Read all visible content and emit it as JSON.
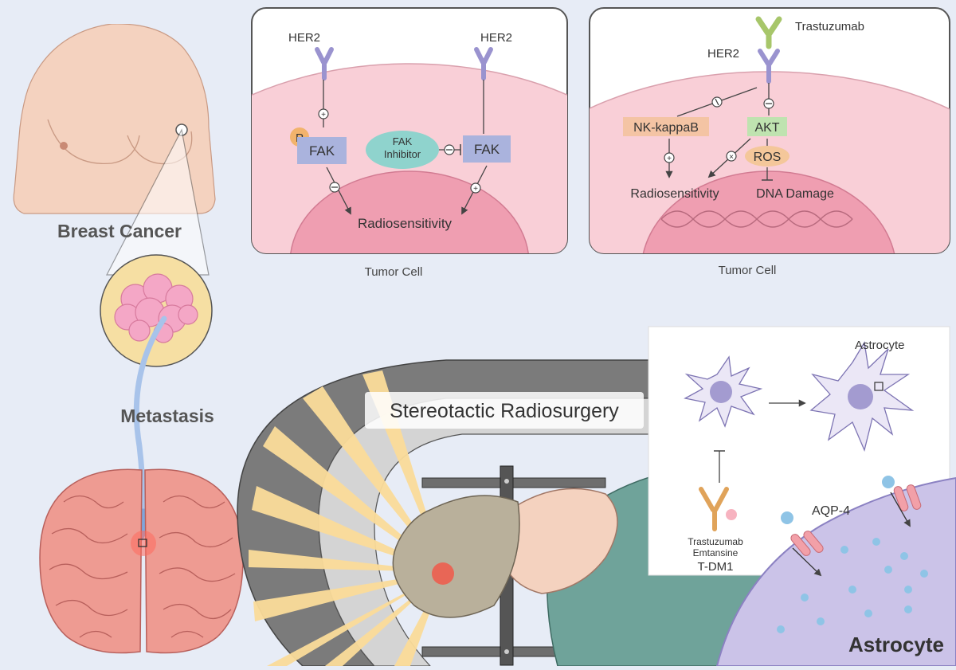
{
  "colors": {
    "background": "#e7ecf6",
    "panel_border": "#555555",
    "cell_outer": "#f9cfd7",
    "nucleus": "#ef9eb1",
    "her2_receptor": "#9a93cf",
    "fak_box": "#aab3dd",
    "fak_inhibitor": "#8fd3cd",
    "phospho": "#f2b36c",
    "nfkb_box": "#f4c4a4",
    "akt_box": "#bfe3b0",
    "ros": "#f4c79a",
    "trastuzumab": "#a7c66a",
    "skin": "#f4d2bf",
    "brain": "#ee9b92",
    "tumor": "#f4a7c6",
    "beam": "#fbdc9a",
    "astrocyte": "#cbc3e8",
    "aqp4": "#f2a0a8",
    "water": "#8fc4e6",
    "tdm1": "#e0a35a"
  },
  "left": {
    "breast_cancer_label": "Breast Cancer",
    "metastasis_label": "Metastasis"
  },
  "panel_fak": {
    "her2_left": "HER2",
    "her2_right": "HER2",
    "phospho": "P",
    "fak_left": "FAK",
    "fak_right": "FAK",
    "inhibitor_line1": "FAK",
    "inhibitor_line2": "Inhibitor",
    "outcome": "Radiosensitivity",
    "caption": "Tumor Cell"
  },
  "panel_akt": {
    "trastuzumab": "Trastuzumab",
    "her2": "HER2",
    "nfkb": "NK-kappaB",
    "akt": "AKT",
    "ros": "ROS",
    "radiosensitivity": "Radiosensitivity",
    "dna_damage": "DNA Damage",
    "caption": "Tumor Cell"
  },
  "srs": {
    "title": "Stereotactic Radiosurgery"
  },
  "astro_panel": {
    "astrocyte_label": "Astrocyte",
    "tdm1_line1": "Trastuzumab",
    "tdm1_line2": "Emtansine",
    "tdm1_short": "T-DM1",
    "aqp4": "AQP-4",
    "astrocyte_big": "Astrocyte"
  }
}
